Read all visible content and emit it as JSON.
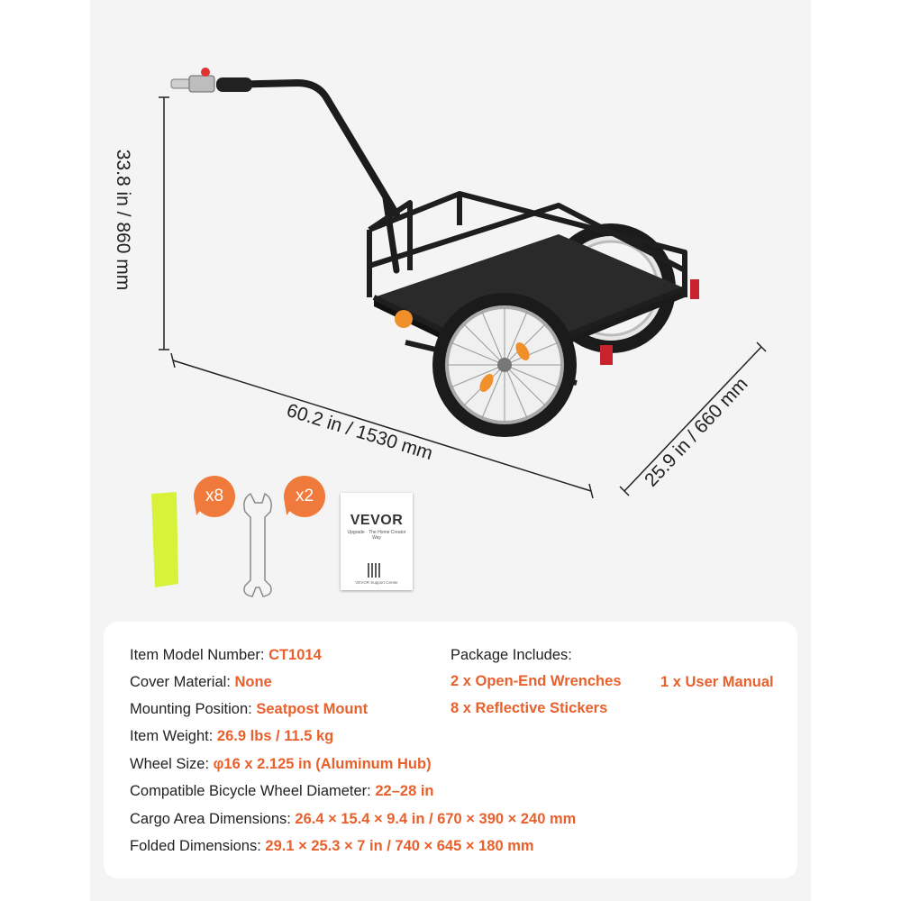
{
  "dimensions": {
    "height": "33.8 in / 860 mm",
    "length": "60.2 in / 1530 mm",
    "width": "25.9 in / 660 mm"
  },
  "accessories": {
    "sticker_count": "x8",
    "wrench_count": "x2",
    "manual_brand": "VEVOR",
    "manual_tagline": "Upgrade · The Home Creator Way",
    "manual_support": "VEVOR Support Center"
  },
  "specs": [
    {
      "label": "Item Model Number: ",
      "value": "CT1014"
    },
    {
      "label": "Cover Material: ",
      "value": "None"
    },
    {
      "label": "Mounting Position: ",
      "value": "Seatpost Mount"
    },
    {
      "label": "Item Weight: ",
      "value": "26.9 lbs / 11.5 kg"
    },
    {
      "label": "Wheel Size: ",
      "value": "φ16 x 2.125 in (Aluminum Hub)"
    },
    {
      "label": "Compatible Bicycle Wheel Diameter:  ",
      "value": "22–28 in"
    },
    {
      "label": "Cargo Area Dimensions: ",
      "value": "26.4 × 15.4 × 9.4 in / 670 × 390 × 240 mm"
    },
    {
      "label": "Folded Dimensions: ",
      "value": "29.1 × 25.3 × 7 in / 740 × 645 × 180 mm"
    }
  ],
  "package": {
    "title": "Package Includes:",
    "item1": "2 x Open-End Wrenches",
    "item2": "8 x Reflective Stickers",
    "item3": "1  x User Manual"
  },
  "colors": {
    "accent": "#e8602c",
    "reflector": "#f0902a",
    "sticker": "#d8f23a"
  }
}
